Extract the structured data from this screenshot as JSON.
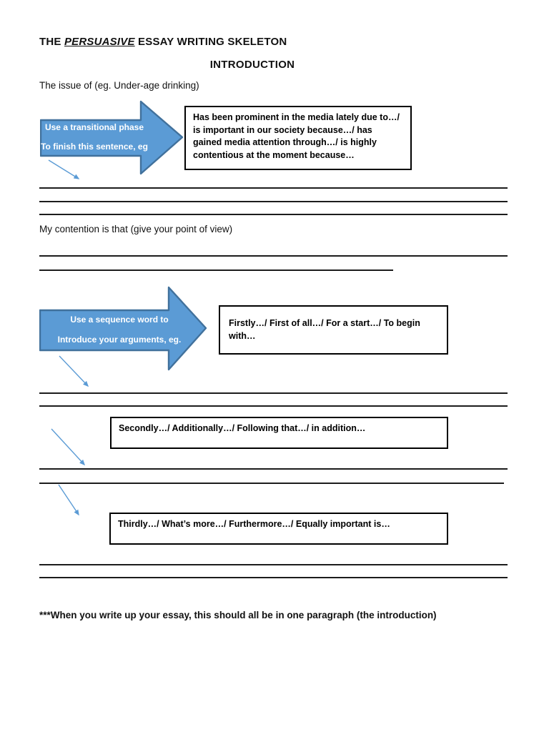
{
  "page": {
    "title_prefix": "THE ",
    "title_emphasis": "PERSUASIVE",
    "title_suffix": " ESSAY WRITING SKELETON",
    "section_heading": "INTRODUCTION",
    "issue_prompt": "The issue of (eg. Under-age drinking)",
    "contention_prompt": "My contention is that (give your point of view)",
    "footnote": "***When you write up your essay, this should all be in one paragraph (the introduction)"
  },
  "arrows": {
    "transitional": {
      "line1": "Use a transitional phase",
      "line2": "To finish this sentence, eg"
    },
    "sequence": {
      "line1": "Use a sequence word to",
      "line2": "Introduce your arguments, eg."
    }
  },
  "boxes": {
    "transitional_examples": "Has been prominent in the media lately due to…/ is important in our society because…/ has gained media attention through…/ is highly contentious at the moment because…",
    "firstly": "Firstly…/ First of all…/ For a start…/ To begin with…",
    "secondly": "Secondly…/ Additionally…/ Following that…/ in addition…",
    "thirdly": "Thirdly…/ What’s more…/ Furthermore…/ Equally important is…"
  },
  "colors": {
    "arrow_fill": "#5B9BD5",
    "arrow_border": "#41719C",
    "connector": "#5B9BD5",
    "line_color": "#1c1c1c"
  }
}
